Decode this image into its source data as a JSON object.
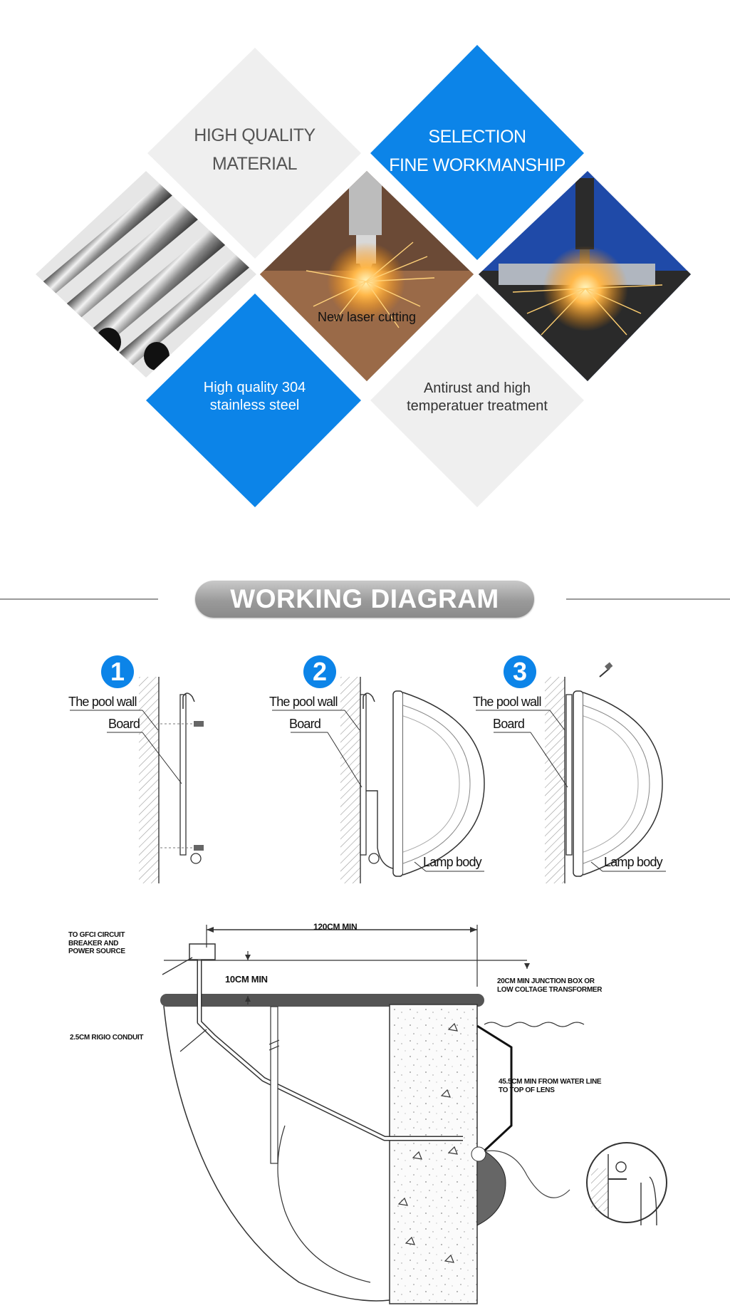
{
  "features": {
    "d1": {
      "line1": "HIGH QUALITY",
      "line2": "MATERIAL"
    },
    "d2": {
      "line1": "SELECTION",
      "line2": "FINE WORKMANSHIP"
    },
    "laser_caption": "New laser cutting",
    "d3": {
      "line1": "High quality 304",
      "line2": "stainless steel"
    },
    "d4": {
      "line1": "Antirust and high",
      "line2": "temperatuer treatment"
    },
    "images": [
      "stainless-tubes-photo",
      "laser-cutting-photo",
      "cnc-sparks-photo"
    ]
  },
  "section": {
    "title": "WORKING DIAGRAM"
  },
  "steps": [
    {
      "number": "1",
      "wall_label": "The pool wall",
      "board_label": "Board"
    },
    {
      "number": "2",
      "wall_label": "The pool wall",
      "board_label": "Board",
      "lamp_label": "Lamp body"
    },
    {
      "number": "3",
      "wall_label": "The pool wall",
      "board_label": "Board",
      "lamp_label": "Lamp body"
    }
  ],
  "install": {
    "gfci": {
      "line1": "TO GFCI CIRCUIT",
      "line2": "BREAKER AND",
      "line3": "POWER SOURCE"
    },
    "dist_120": "120CM MIN",
    "dist_10": "10CM MIN",
    "junction": {
      "line1": "20CM MIN JUNCTION BOX OR",
      "line2": "LOW COLTAGE TRANSFORMER"
    },
    "conduit": "2.5CM RIGIO CONDUIT",
    "waterline": {
      "line1": "45.5CM MIN FROM WATER LINE",
      "line2": "TO TOP OF LENS"
    }
  },
  "colors": {
    "blue": "#0c84e8",
    "grey": "#eeeeee",
    "pill": "#9a9a9a"
  }
}
